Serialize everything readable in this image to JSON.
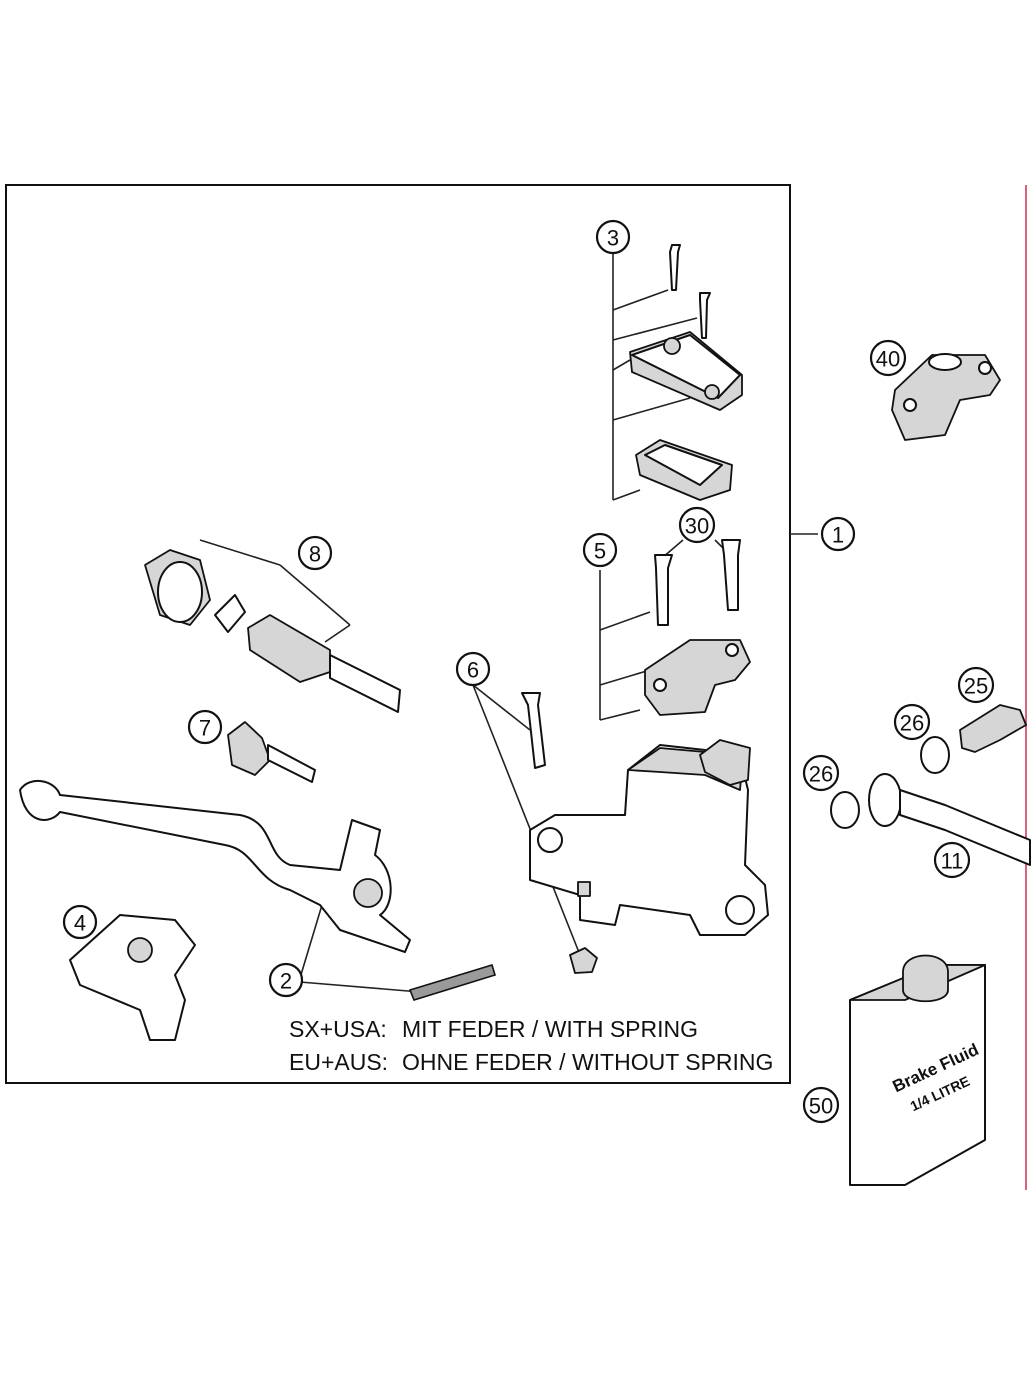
{
  "callouts": [
    {
      "id": "1",
      "label": "1"
    },
    {
      "id": "2",
      "label": "2"
    },
    {
      "id": "3",
      "label": "3"
    },
    {
      "id": "4",
      "label": "4"
    },
    {
      "id": "5",
      "label": "5"
    },
    {
      "id": "6",
      "label": "6"
    },
    {
      "id": "7",
      "label": "7"
    },
    {
      "id": "8",
      "label": "8"
    },
    {
      "id": "11",
      "label": "11"
    },
    {
      "id": "25",
      "label": "25"
    },
    {
      "id": "26a",
      "label": "26"
    },
    {
      "id": "26b",
      "label": "26"
    },
    {
      "id": "30",
      "label": "30"
    },
    {
      "id": "40",
      "label": "40"
    },
    {
      "id": "50",
      "label": "50"
    }
  ],
  "notes": {
    "line1_region": "SX+USA:",
    "line1_text": "MIT FEDER / WITH SPRING",
    "line2_region": "EU+AUS:",
    "line2_text": "OHNE FEDER / WITHOUT SPRING"
  },
  "bottle": {
    "line1": "Brake Fluid",
    "line2": "1/4 LITRE"
  },
  "colors": {
    "line": "#111111",
    "shade": "#d6d6d6",
    "accent_edge": "#e06080"
  }
}
